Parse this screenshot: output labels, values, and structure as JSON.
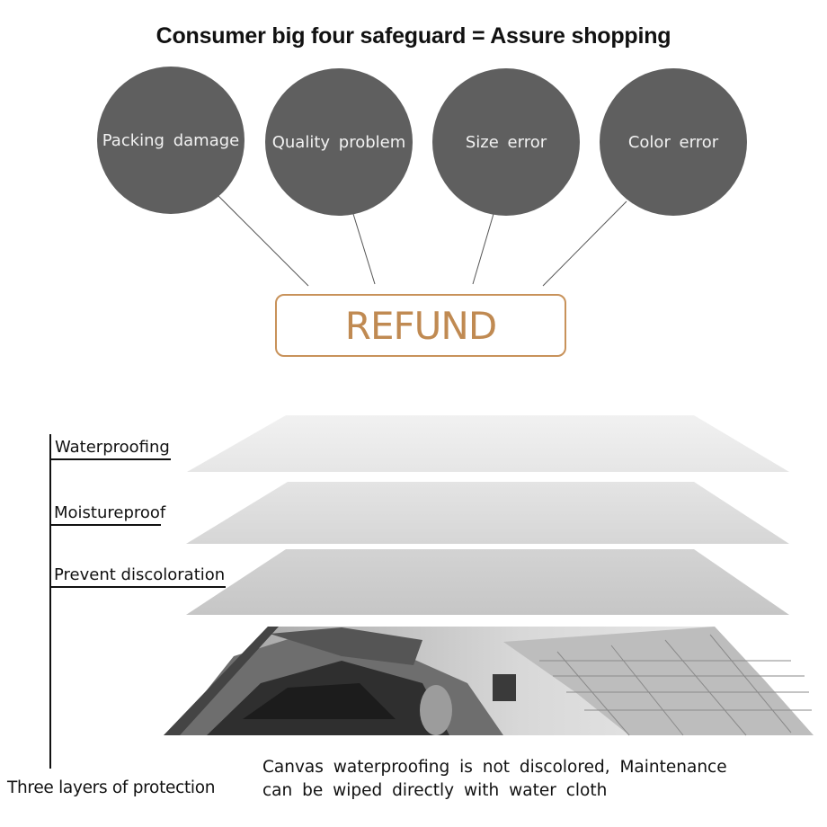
{
  "title": "Consumer big four safeguard = Assure shopping",
  "guarantees": [
    {
      "label": "Packing damage"
    },
    {
      "label": "Quality problem"
    },
    {
      "label": "Size error"
    },
    {
      "label": "Color error"
    }
  ],
  "refund_label": "REFUND",
  "layers": [
    {
      "label": "Waterproofing"
    },
    {
      "label": "Moistureproof"
    },
    {
      "label": "Prevent discoloration"
    }
  ],
  "bottom_label": "Three layers of protection",
  "caption": {
    "line1": "Canvas waterproofing is not discolored, Maintenance",
    "line2": "can be wiped directly with water cloth"
  },
  "colors": {
    "circle": "#5f5f5f",
    "refund_accent": "#c8925a",
    "layer_top": "#ececec",
    "layer_mid": "#dedede",
    "layer_bottom": "#cfcfcf"
  }
}
